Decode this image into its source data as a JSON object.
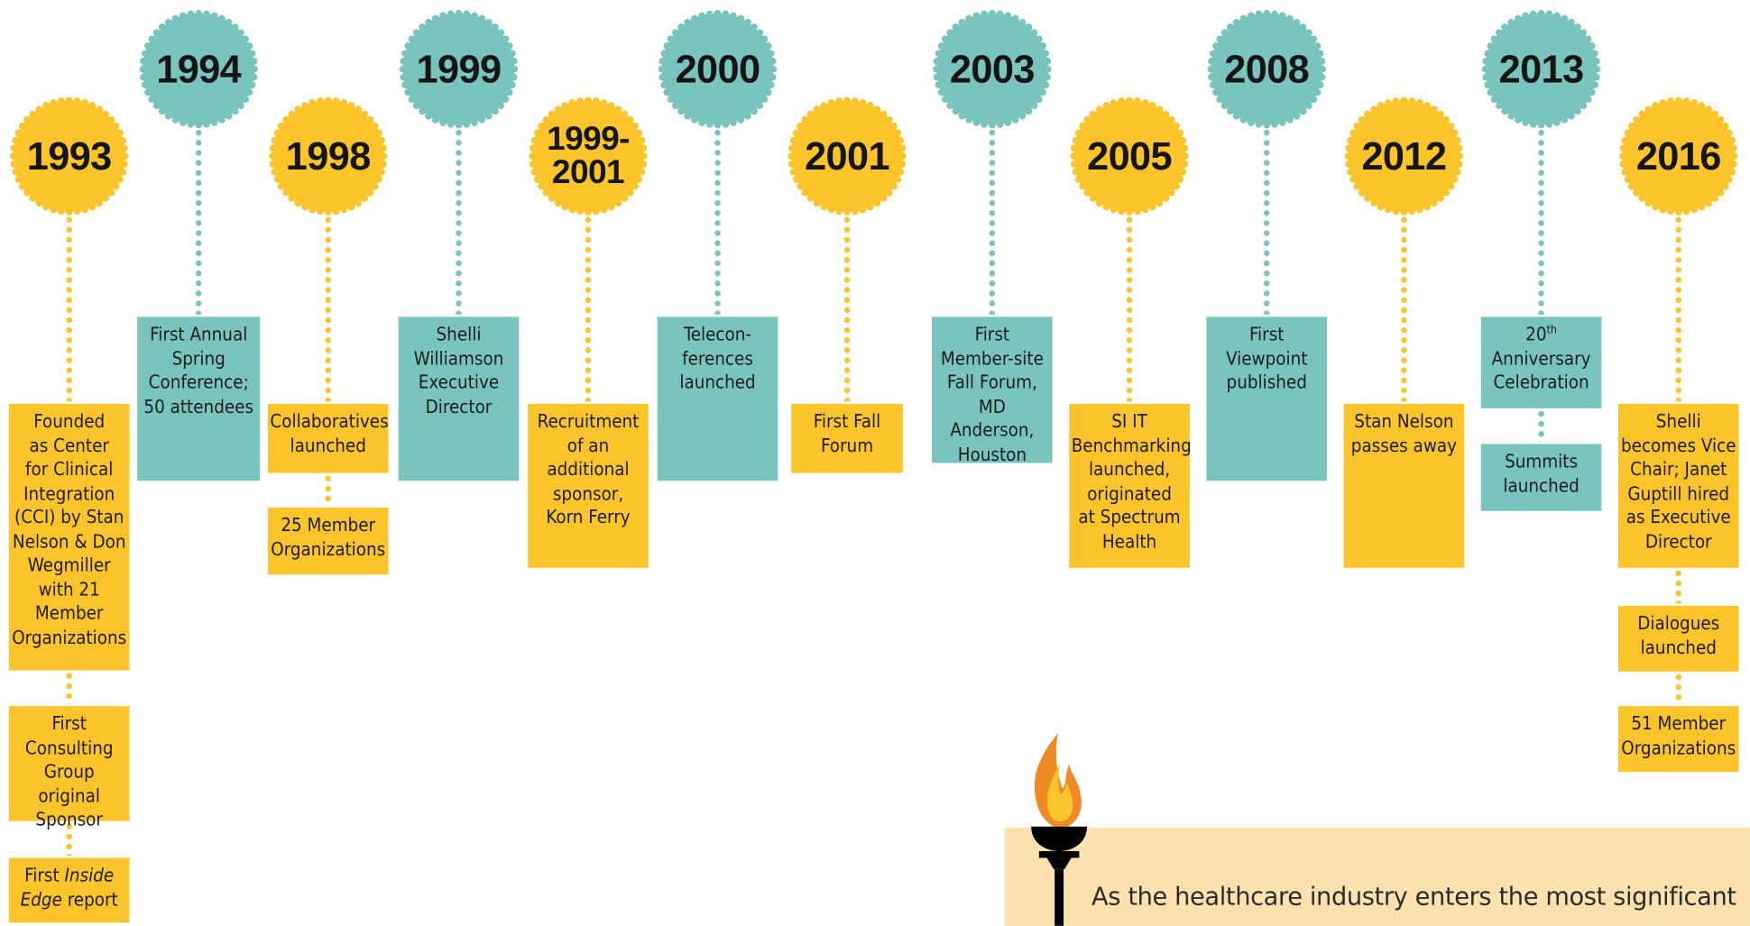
{
  "colors": {
    "yellow": "#fcc42b",
    "teal": "#79c4bc",
    "banner": "#fbe2af",
    "text": "#1c1c1c"
  },
  "timeline": [
    {
      "year": "1993",
      "color": "yellow",
      "events": [
        "Founded as Center for Clinical Integration (CCI) by Stan Nelson & Don Wegmiller with 21 Member Organizations",
        "First Consulting Group original Sponsor",
        "First Inside Edge report"
      ]
    },
    {
      "year": "1994",
      "color": "teal",
      "events": [
        "First Annual Spring Conference; 50 attendees"
      ]
    },
    {
      "year": "1998",
      "color": "yellow",
      "events": [
        "Collaboratives launched",
        "25 Member Organizations"
      ]
    },
    {
      "year": "1999",
      "color": "teal",
      "events": [
        "Shelli Williamson Executive Director"
      ]
    },
    {
      "year": "1999-2001",
      "color": "yellow",
      "events": [
        "Recruitment of an additional sponsor, Korn Ferry"
      ]
    },
    {
      "year": "2000",
      "color": "teal",
      "events": [
        "Telecon-ferences launched"
      ]
    },
    {
      "year": "2001",
      "color": "yellow",
      "events": [
        "First Fall Forum"
      ]
    },
    {
      "year": "2003",
      "color": "teal",
      "events": [
        "First Member-site Fall Forum, MD Anderson, Houston"
      ]
    },
    {
      "year": "2005",
      "color": "yellow",
      "events": [
        "SI IT Benchmarking launched, originated at Spectrum Health"
      ]
    },
    {
      "year": "2008",
      "color": "teal",
      "events": [
        "First Viewpoint published"
      ]
    },
    {
      "year": "2012",
      "color": "yellow",
      "events": [
        "Stan Nelson passes away"
      ]
    },
    {
      "year": "2013",
      "color": "teal",
      "events": [
        "20th Anniversary Celebration",
        "Summits launched"
      ]
    },
    {
      "year": "2016",
      "color": "yellow",
      "events": [
        "Shelli becomes Vice Chair; Janet Guptill hired as Executive Director",
        "Dialogues launched",
        "51 Member Organizations"
      ]
    }
  ],
  "banner": {
    "text": "As the healthcare industry enters the most significant",
    "icon": "torch-icon"
  }
}
